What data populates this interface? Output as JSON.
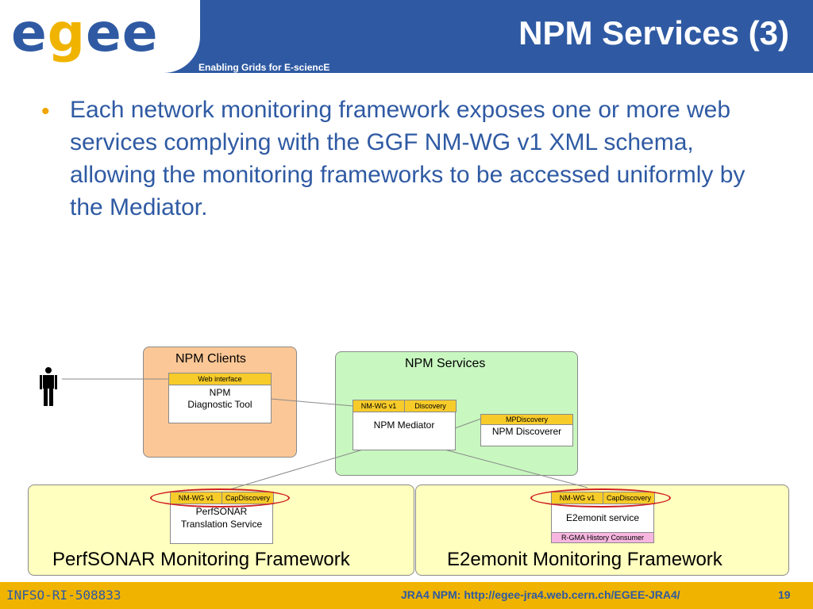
{
  "header": {
    "logo_text": "egee",
    "tagline": "Enabling Grids for E-sciencE",
    "title": "NPM Services (3)"
  },
  "bullet": {
    "text": "Each network monitoring framework exposes one or more web services complying with the GGF NM-WG v1 XML schema, allowing the monitoring frameworks to be accessed uniformly by the Mediator."
  },
  "diagram": {
    "clients": {
      "title": "NPM Clients",
      "diag_tool": {
        "header": "Web interface",
        "label_line1": "NPM",
        "label_line2": "Diagnostic Tool"
      }
    },
    "services": {
      "title": "NPM Services",
      "mediator": {
        "header_left": "NM-WG v1",
        "header_right": "Discovery",
        "label": "NPM Mediator"
      },
      "discoverer": {
        "header": "MPDiscovery",
        "label": "NPM Discoverer"
      }
    },
    "perfsonar": {
      "title": "PerfSONAR Monitoring Framework",
      "service": {
        "header_left": "NM-WG v1",
        "header_right": "CapDiscovery",
        "label_line1": "PerfSONAR",
        "label_line2": "Translation Service"
      }
    },
    "e2emonit": {
      "title": "E2emonit Monitoring Framework",
      "service": {
        "header_left": "NM-WG v1",
        "header_right": "CapDiscovery",
        "label": "E2emonit service",
        "footer": "R-GMA History Consumer"
      }
    }
  },
  "footer": {
    "left": "INFSO-RI-508833",
    "center": "JRA4 NPM: http://egee-jra4.web.cern.ch/EGEE-JRA4/",
    "page": "19"
  },
  "colors": {
    "brand_blue": "#2f5aa3",
    "brand_yellow": "#f0b400",
    "clients_panel": "#fbc796",
    "services_panel": "#c8f7c0",
    "framework_panel": "#ffffbf",
    "service_header": "#f7cb2a",
    "highlight_ring": "#d02020"
  }
}
